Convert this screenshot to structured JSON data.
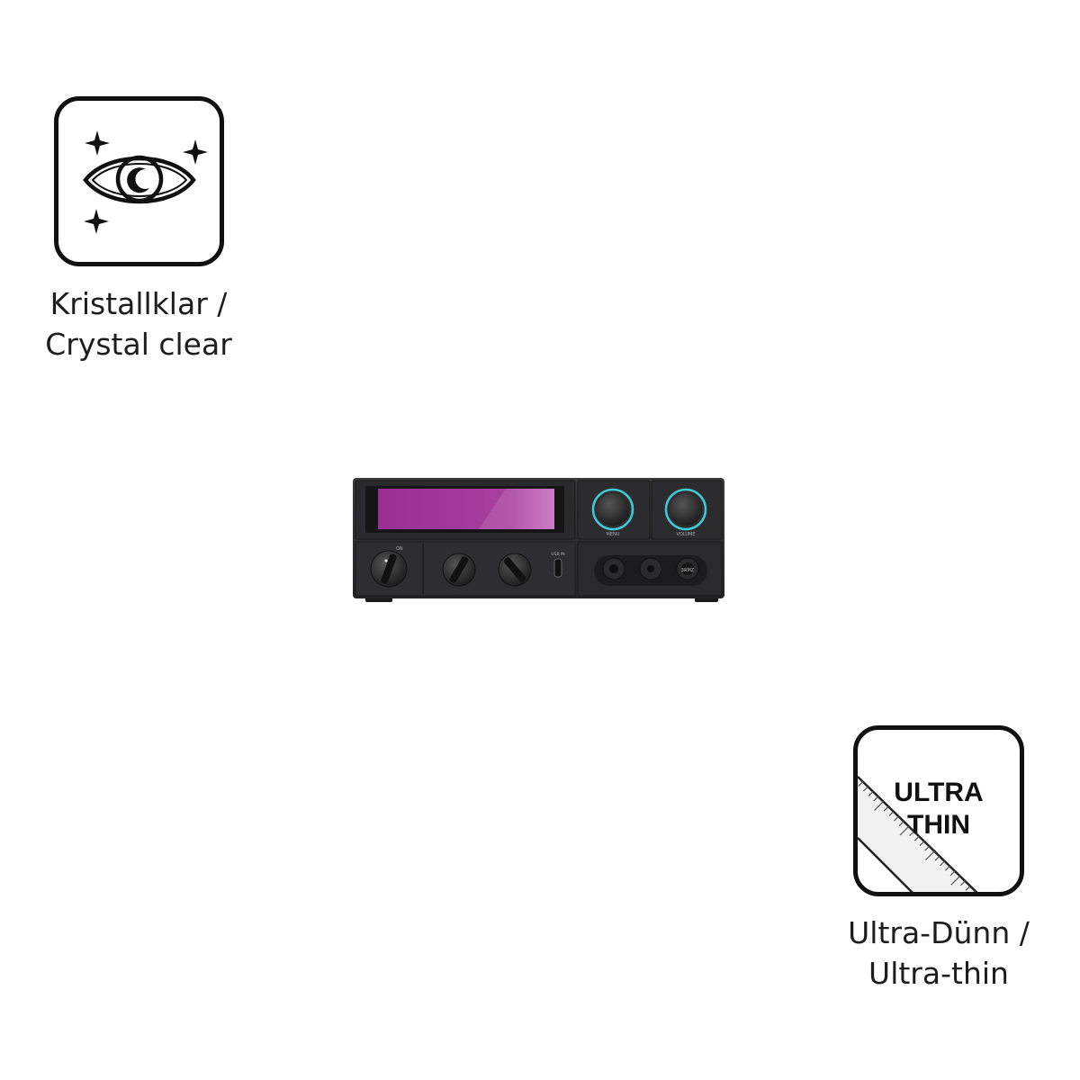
{
  "features": [
    {
      "icon": "eye-sparkle-icon",
      "caption_line1": "Kristallklar /",
      "caption_line2": "Crystal clear"
    },
    {
      "icon": "ruler-ultra-thin-icon",
      "badge_line1": "ULTRA",
      "badge_line2": "THIN",
      "caption_line1": "Ultra-Dünn /",
      "caption_line2": "Ultra-thin"
    }
  ],
  "device": {
    "name": "audio-amplifier-image",
    "screen_color": "#a23a9a",
    "ring_color": "#3fc9d6",
    "labels": {
      "menu": "MENU",
      "volume": "VOLUME",
      "usb": "USB IN",
      "on": "ON",
      "input": "3RMZ"
    }
  }
}
